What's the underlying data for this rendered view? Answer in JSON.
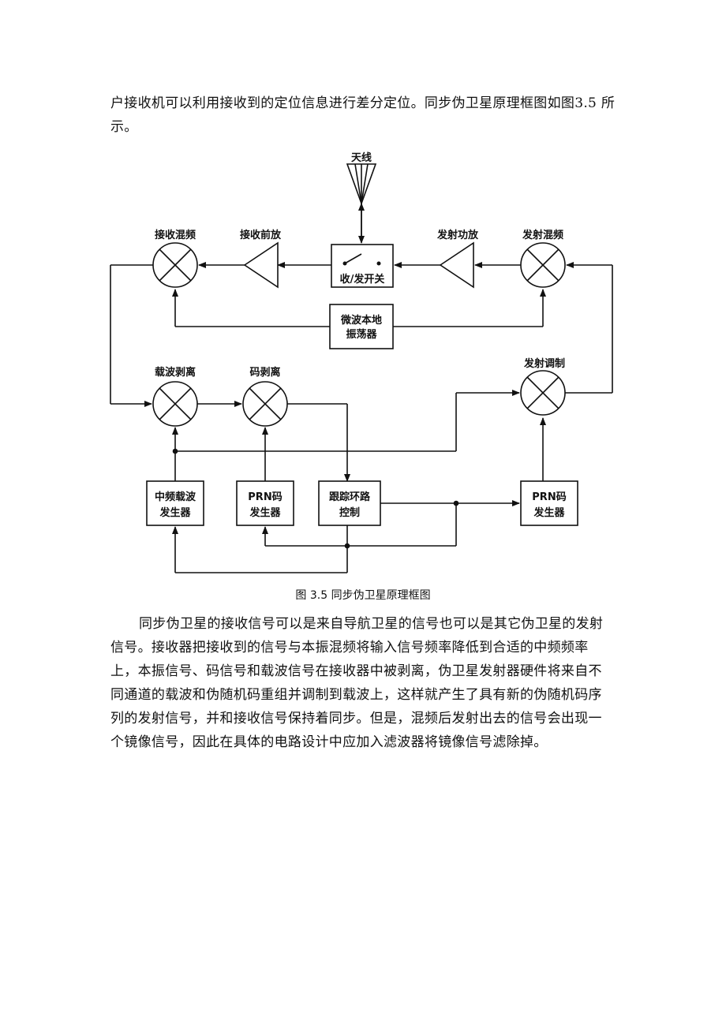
{
  "paragraphs": {
    "intro": "户接收机可以利用接收到的定位信息进行差分定位。同步伪卫星原理框图如图3.5 所示。",
    "body": "同步伪卫星的接收信号可以是来自导航卫星的信号也可以是其它伪卫星的发射信号。接收器把接收到的信号与本振混频将输入信号频率降低到合适的中频频率上，本振信号、码信号和载波信号在接收器中被剥离，伪卫星发射器硬件将来自不同通道的载波和伪随机码重组并调制到载波上，这样就产生了具有新的伪随机码序列的发射信号，并和接收信号保持着同步。但是，混频后发射出去的信号会出现一个镜像信号，因此在具体的电路设计中应加入滤波器将镜像信号滤除掉。"
  },
  "figure": {
    "caption": "图 3.5  同步伪卫星原理框图",
    "labels": {
      "antenna": "天线",
      "rx_mixer": "接收混频",
      "rx_preamp": "接收前放",
      "tx_amp": "发射功放",
      "tx_mixer": "发射混频",
      "switch": "收/发开关",
      "lo_line1": "微波本地",
      "lo_line2": "振荡器",
      "carrier_strip": "载波剥离",
      "code_strip": "码剥离",
      "tx_mod": "发射调制",
      "if_gen_line1": "中频载波",
      "if_gen_line2": "发生器",
      "prn_gen_line1": "PRN码",
      "prn_gen_line2": "发生器",
      "track_line1": "跟踪环路",
      "track_line2": "控制",
      "prn_gen2_line1": "PRN码",
      "prn_gen2_line2": "发生器"
    }
  }
}
